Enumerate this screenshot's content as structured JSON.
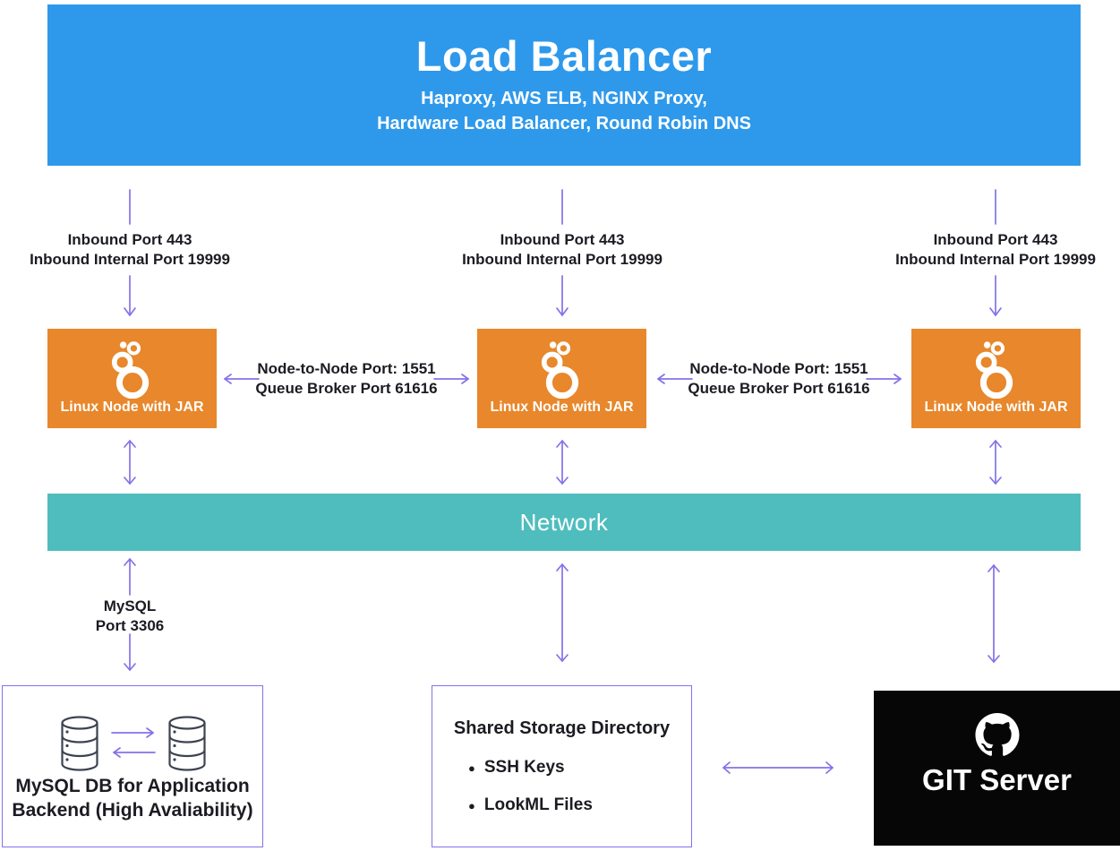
{
  "colors": {
    "blue": "#2E99EB",
    "orange": "#E8872B",
    "teal": "#4FBDBE",
    "purple": "#8273E9",
    "text": "#1C1B22",
    "git_bg": "#060606",
    "db_icon": "#3D4351"
  },
  "load_balancer": {
    "title": "Load Balancer",
    "subtitle_line1": "Haproxy, AWS ELB, NGINX Proxy,",
    "subtitle_line2": "Hardware Load Balancer, Round Robin DNS"
  },
  "inbound_label": {
    "line1": "Inbound Port 443",
    "line2": "Inbound Internal Port 19999"
  },
  "node": {
    "label": "Linux Node with JAR",
    "icon": "looker-circles-icon"
  },
  "node_link_label": {
    "line1": "Node-to-Node Port: 1551",
    "line2": "Queue Broker Port 61616"
  },
  "network": {
    "label": "Network"
  },
  "mysql_link": {
    "line1": "MySQL",
    "line2": "Port 3306"
  },
  "mysql_box": {
    "line1": "MySQL DB for Application",
    "line2": "Backend (High Avaliability)",
    "icon": "database-cylinder-icon"
  },
  "storage_box": {
    "title": "Shared Storage Directory",
    "bullet_glyph": "●",
    "items": [
      "SSH Keys",
      "LookML Files"
    ]
  },
  "git_box": {
    "label": "GIT Server",
    "icon": "github-octocat-icon"
  }
}
